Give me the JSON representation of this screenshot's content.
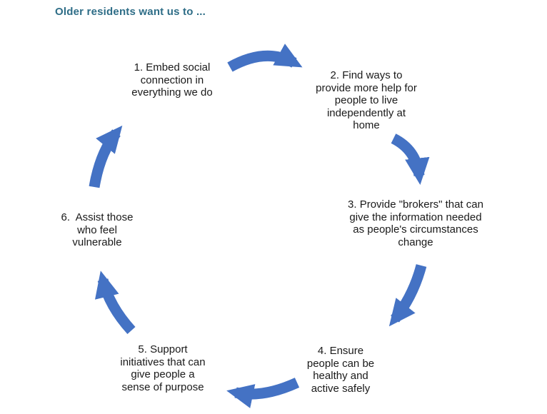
{
  "title": "Older residents want us to ...",
  "colors": {
    "title": "#2E6D87",
    "arrow": "#4472C4",
    "text": "#1A1A1A",
    "background": "#FFFFFF"
  },
  "cycle": {
    "steps": [
      {
        "id": 1,
        "label": "1. Embed social\nconnection in\neverything we do"
      },
      {
        "id": 2,
        "label": "2. Find ways to\nprovide more help for\npeople to live\nindependently at\nhome"
      },
      {
        "id": 3,
        "label": "3. Provide \"brokers\" that can\ngive the information needed\nas people's circumstances\nchange"
      },
      {
        "id": 4,
        "label": "4. Ensure\npeople can be\nhealthy and\nactive safely"
      },
      {
        "id": 5,
        "label": "5. Support\ninitiatives that can\ngive people a\nsense of purpose"
      },
      {
        "id": 6,
        "label": "6.  Assist those\nwho feel\nvulnerable"
      }
    ],
    "arrows": [
      {
        "from": 1,
        "to": 2
      },
      {
        "from": 2,
        "to": 3
      },
      {
        "from": 3,
        "to": 4
      },
      {
        "from": 4,
        "to": 5
      },
      {
        "from": 5,
        "to": 6
      },
      {
        "from": 6,
        "to": 1
      }
    ]
  }
}
